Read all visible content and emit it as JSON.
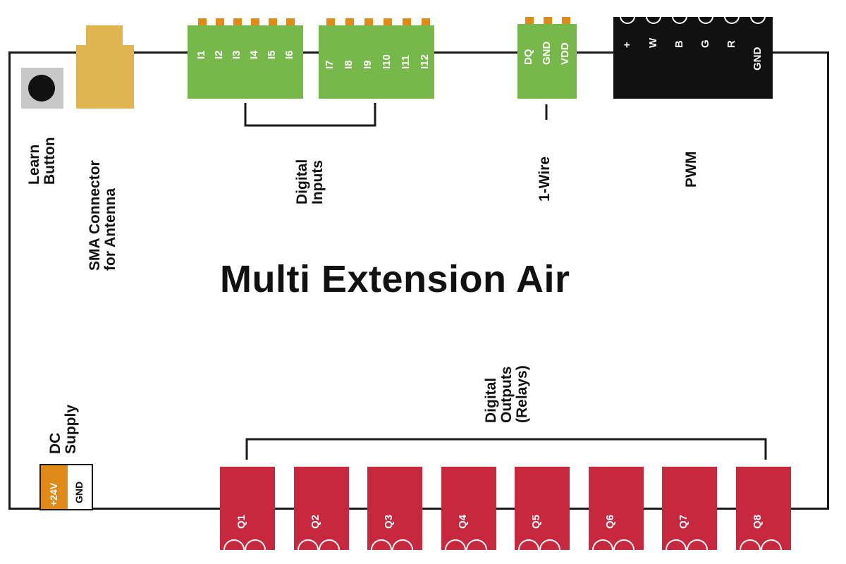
{
  "title": "Multi Extension Air",
  "learn_button": {
    "label": "Learn\nButton"
  },
  "sma_connector": {
    "label": "SMA Connector\nfor Antenna"
  },
  "digital_inputs": {
    "label": "Digital\nInputs",
    "group_a": [
      "I1",
      "I2",
      "I3",
      "I4",
      "I5",
      "I6"
    ],
    "group_b": [
      "I7",
      "I8",
      "I9",
      "I10",
      "I11",
      "I12"
    ]
  },
  "one_wire": {
    "label": "1-Wire",
    "pins": [
      "DQ",
      "GND",
      "VDD"
    ]
  },
  "pwm": {
    "label": "PWM",
    "pins": [
      "+",
      "W",
      "B",
      "G",
      "R",
      "GND"
    ]
  },
  "dc_supply": {
    "label": "DC\nSupply",
    "pos": "+24V",
    "gnd": "GND"
  },
  "digital_outputs": {
    "label": "Digital\nOutputs\n(Relays)",
    "relays": [
      "Q1",
      "Q2",
      "Q3",
      "Q4",
      "Q5",
      "Q6",
      "Q7",
      "Q8"
    ]
  },
  "colors": {
    "green_terminal": "#77b84a",
    "orange_pin": "#e08a17",
    "sma_gold": "#e0b450",
    "relay_red": "#c8283d",
    "pwm_black": "#111111",
    "learn_grey": "#c8c8c8"
  }
}
